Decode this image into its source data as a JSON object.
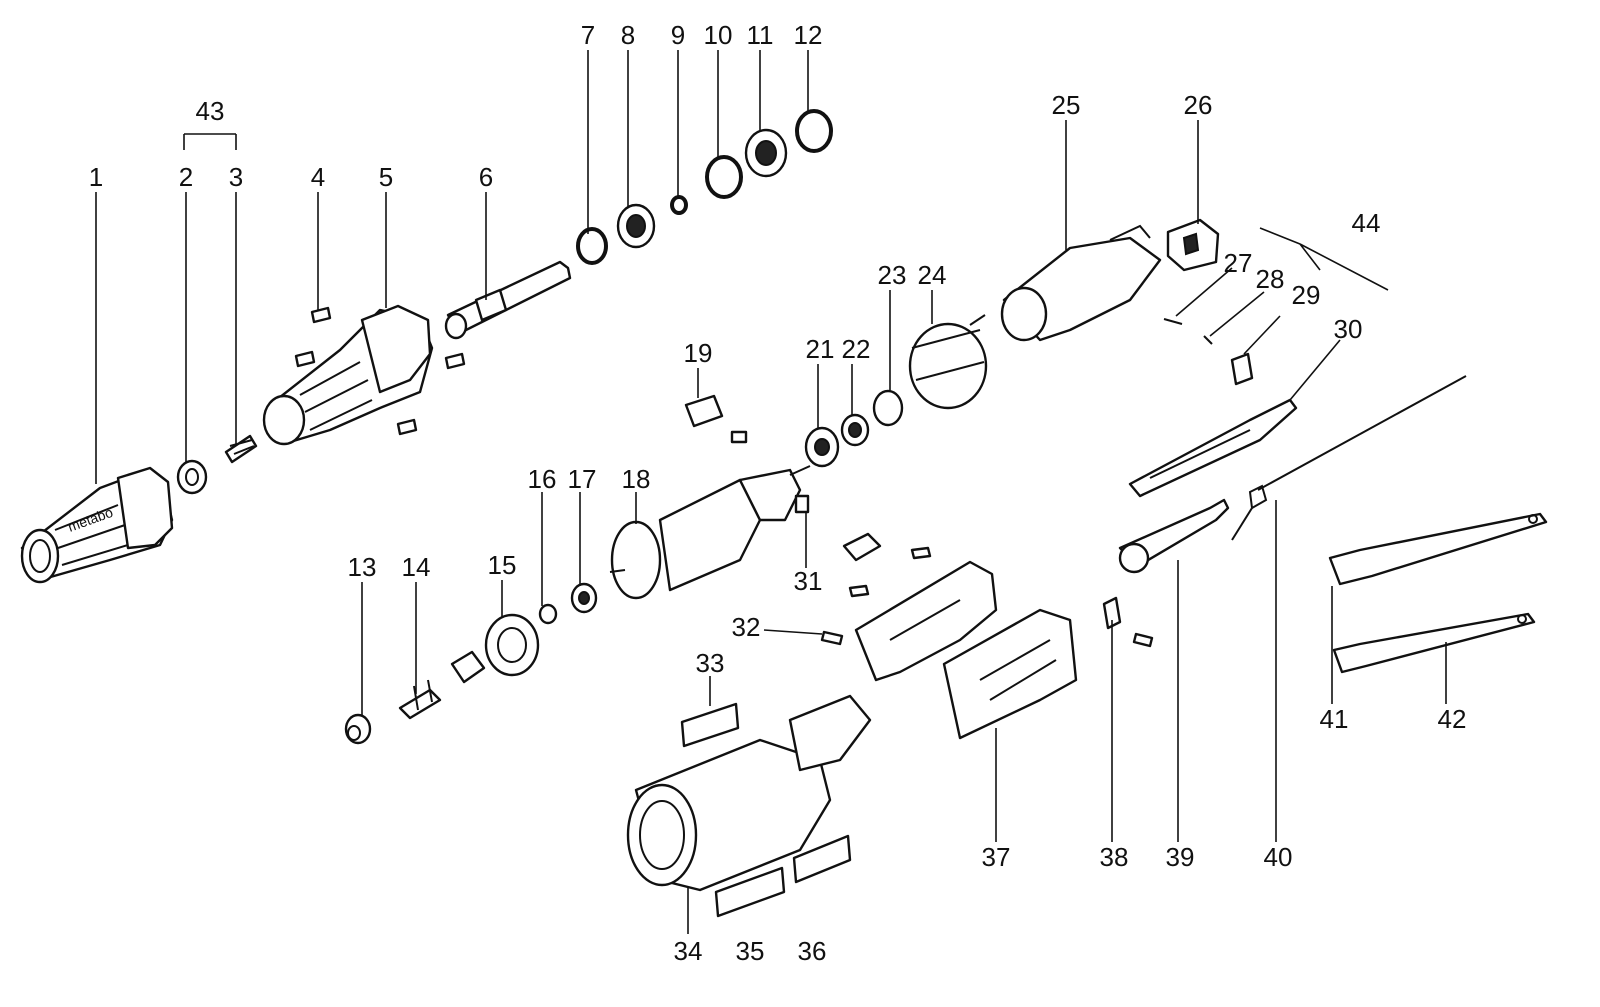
{
  "labels": {
    "l1": "1",
    "l2": "2",
    "l3": "3",
    "l4": "4",
    "l5": "5",
    "l6": "6",
    "l7": "7",
    "l8": "8",
    "l9": "9",
    "l10": "10",
    "l11": "11",
    "l12": "12",
    "l13": "13",
    "l14": "14",
    "l15": "15",
    "l16": "16",
    "l17": "17",
    "l18": "18",
    "l19": "19",
    "l21": "21",
    "l22": "22",
    "l23": "23",
    "l24": "24",
    "l25": "25",
    "l26": "26",
    "l27": "27",
    "l28": "28",
    "l29": "29",
    "l30": "30",
    "l31": "31",
    "l32": "32",
    "l33": "33",
    "l34": "34",
    "l35": "35",
    "l36": "36",
    "l37": "37",
    "l38": "38",
    "l39": "39",
    "l40": "40",
    "l41": "41",
    "l42": "42",
    "l43": "43",
    "l44": "44"
  },
  "nose_logo": "metabo",
  "colors": {
    "ink": "#111111",
    "paper": "#ffffff"
  }
}
